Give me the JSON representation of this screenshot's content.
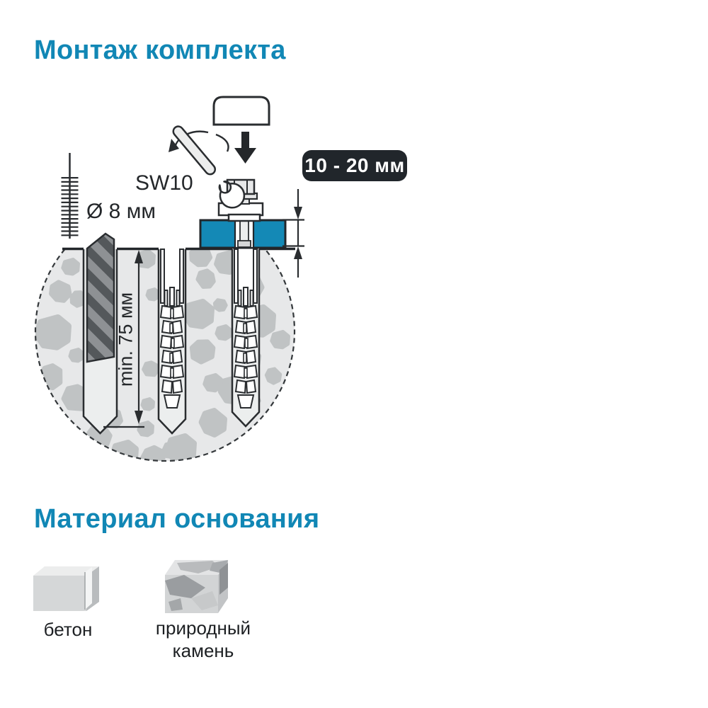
{
  "sections": {
    "installation": {
      "title": "Монтаж комплекта"
    },
    "base_material": {
      "title": "Материал основания"
    }
  },
  "diagram": {
    "wrench_size_label": "SW10",
    "drill_diameter_label": "Ø 8 мм",
    "min_depth_label": "min. 75 мм",
    "material_thickness_label": "10 - 20 мм",
    "icons": [
      "protective-cap-icon",
      "insertion-arrow-icon",
      "wrench-icon",
      "rotation-arrow-icon",
      "depth-gauge-brush-icon",
      "drill-bit-icon",
      "nylon-anchor-icon",
      "bolt-icon",
      "fixture-plate-icon",
      "concrete-cross-section-icon",
      "thickness-dimension-icon",
      "depth-dimension-icon"
    ]
  },
  "materials": [
    {
      "label": "бетон",
      "icon": "concrete-block-icon"
    },
    {
      "label": "природный камень",
      "icon": "natural-stone-icon"
    }
  ],
  "colors": {
    "heading_blue": "#1187b5",
    "fixture_blue": "#1489b6",
    "badge_bg": "#21262b",
    "outline_dark": "#2a2d30",
    "concrete_bg": "#e7e8e9",
    "pebble_gray": "#c0c3c4"
  }
}
